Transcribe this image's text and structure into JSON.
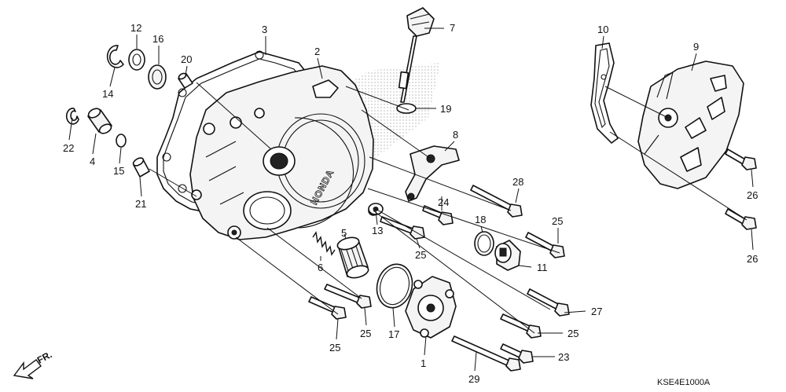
{
  "diagram": {
    "code": "KSE4E1000A",
    "brand_mark": "HONDA",
    "front_marker": "FR.",
    "callouts": {
      "c1": "1",
      "c2": "2",
      "c3": "3",
      "c4": "4",
      "c5": "5",
      "c6": "6",
      "c7": "7",
      "c8": "8",
      "c9": "9",
      "c10": "10",
      "c11": "11",
      "c12": "12",
      "c13": "13",
      "c14": "14",
      "c15": "15",
      "c16": "16",
      "c17": "17",
      "c18": "18",
      "c19": "19",
      "c20": "20",
      "c21": "21",
      "c22": "22",
      "c23": "23",
      "c24": "24",
      "c25a": "25",
      "c25b": "25",
      "c25c": "25",
      "c25d": "25",
      "c25e": "25",
      "c26a": "26",
      "c26b": "26",
      "c27": "27",
      "c28": "28",
      "c29": "29"
    }
  }
}
